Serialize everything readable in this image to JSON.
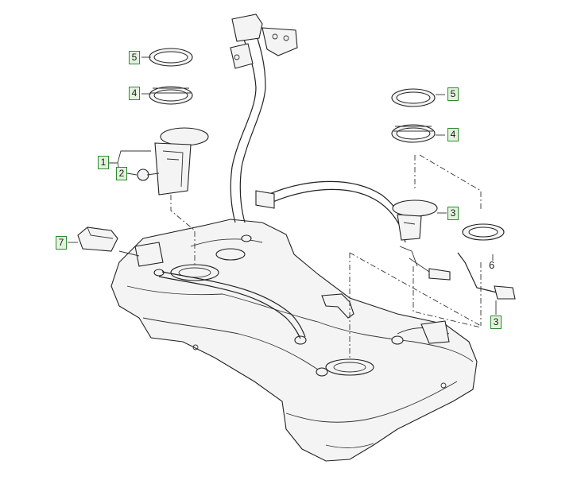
{
  "callouts": {
    "left_5": "5",
    "left_4": "4",
    "left_1": "1",
    "left_2": "2",
    "left_7": "7",
    "right_5": "5",
    "right_4": "4",
    "right_3_upper": "3",
    "right_3_lower": "3",
    "right_6": "6"
  },
  "colors": {
    "callout_border": "#2e8b2e",
    "callout_fill": "#e3f2df",
    "line": "#222222"
  }
}
